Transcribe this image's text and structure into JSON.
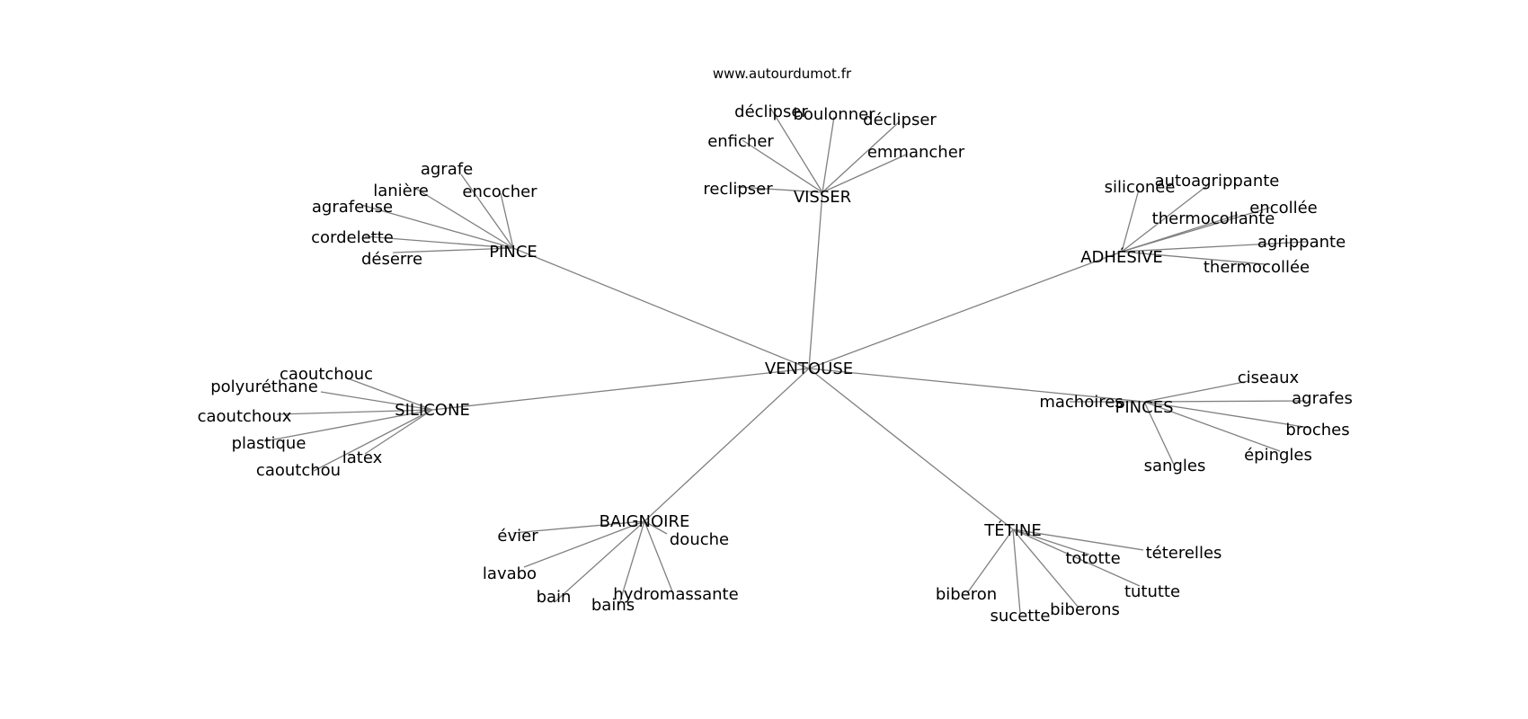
{
  "site": "www.autourdumot.fr",
  "graph": {
    "center": "VENTOUSE",
    "clusters": [
      {
        "label": "VISSER",
        "leaves": [
          "déclipser",
          "boulonner",
          "déclipser",
          "enficher",
          "emmancher",
          "reclipser"
        ]
      },
      {
        "label": "PINCE",
        "leaves": [
          "agrafe",
          "lanière",
          "encocher",
          "agrafeuse",
          "cordelette",
          "déserre"
        ]
      },
      {
        "label": "ADHÉSIVE",
        "leaves": [
          "siliconée",
          "autoagrippante",
          "thermocollante",
          "encollée",
          "agrippante",
          "thermocollée"
        ]
      },
      {
        "label": "SILICONE",
        "leaves": [
          "caoutchouc",
          "polyuréthane",
          "caoutchoux",
          "plastique",
          "latex",
          "caoutchou"
        ]
      },
      {
        "label": "PINCES",
        "leaves": [
          "machoires",
          "ciseaux",
          "agrafes",
          "broches",
          "épingles",
          "sangles"
        ]
      },
      {
        "label": "BAIGNOIRE",
        "leaves": [
          "évier",
          "douche",
          "lavabo",
          "bain",
          "bains",
          "hydromassante"
        ]
      },
      {
        "label": "TÉTINE",
        "leaves": [
          "téterelles",
          "tototte",
          "tututte",
          "biberon",
          "sucette",
          "biberons"
        ]
      }
    ]
  }
}
